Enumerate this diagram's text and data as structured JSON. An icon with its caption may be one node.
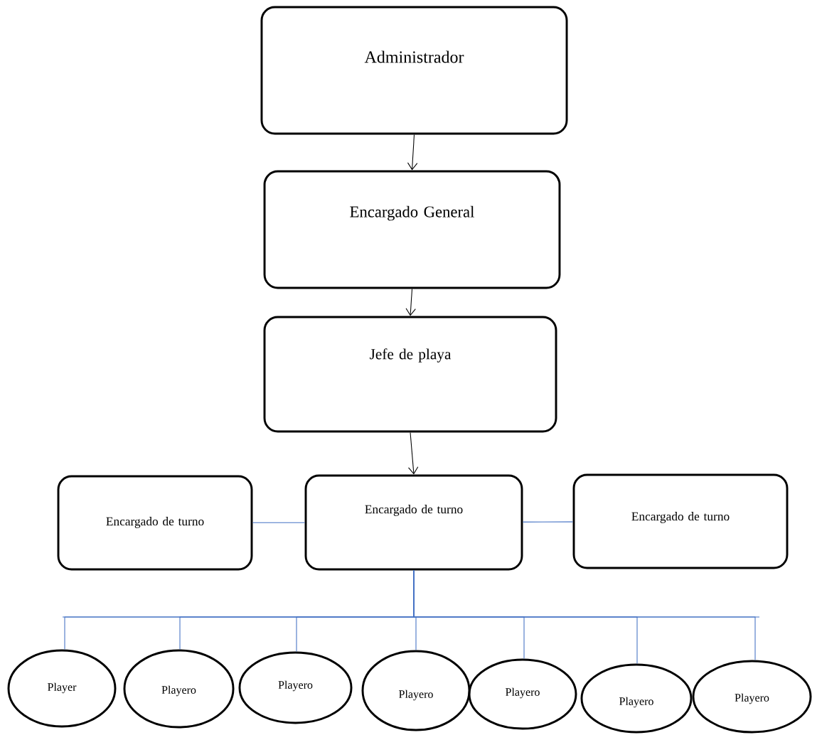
{
  "diagram": {
    "nodes": [
      {
        "text": [
          "Administrador"
        ]
      },
      {
        "text": [
          "Encargado General"
        ]
      },
      {
        "text": [
          "Jefe de playa"
        ]
      },
      {
        "text": [
          "Encargado de turno"
        ]
      },
      {
        "text": [
          "Encargado de turno"
        ]
      },
      {
        "text": [
          "Encargado de turno"
        ]
      },
      {
        "text": [
          "Player"
        ]
      },
      {
        "text": [
          "Playero"
        ]
      },
      {
        "text": [
          "Playero"
        ]
      },
      {
        "text": [
          "Playero"
        ]
      },
      {
        "text": [
          "Playero"
        ]
      },
      {
        "text": [
          "Playero"
        ]
      },
      {
        "text": [
          "Playero"
        ]
      }
    ],
    "edges": [
      {
        "from": 0,
        "to": 1,
        "arrow": "to",
        "color": "#000000"
      },
      {
        "from": 1,
        "to": 2,
        "arrow": "to",
        "color": "#000000"
      },
      {
        "from": 2,
        "to": 4,
        "arrow": "to",
        "color": "#000000"
      },
      {
        "from": 3,
        "to": 4,
        "arrow": "none"
      },
      {
        "from": 4,
        "to": 5,
        "arrow": "none"
      },
      {
        "from": 4,
        "to": 6,
        "arrow": "none"
      },
      {
        "from": 4,
        "to": 7,
        "arrow": "none"
      },
      {
        "from": 4,
        "to": 8,
        "arrow": "none"
      },
      {
        "from": 4,
        "to": 9,
        "arrow": "none"
      },
      {
        "from": 4,
        "to": 10,
        "arrow": "none"
      },
      {
        "from": 4,
        "to": 11,
        "arrow": "none"
      },
      {
        "from": 4,
        "to": 12,
        "arrow": "none"
      }
    ]
  }
}
